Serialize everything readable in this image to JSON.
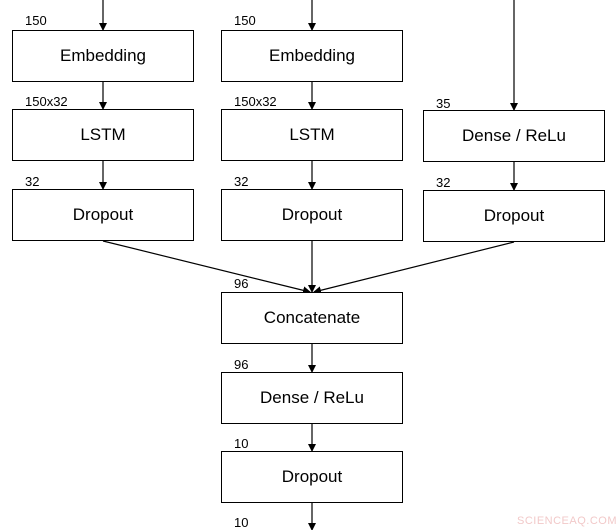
{
  "nodes": [
    {
      "id": "emb1",
      "label": "Embedding"
    },
    {
      "id": "emb2",
      "label": "Embedding"
    },
    {
      "id": "lstm1",
      "label": "LSTM"
    },
    {
      "id": "lstm2",
      "label": "LSTM"
    },
    {
      "id": "dense1",
      "label": "Dense / ReLu"
    },
    {
      "id": "drop1",
      "label": "Dropout"
    },
    {
      "id": "drop2",
      "label": "Dropout"
    },
    {
      "id": "drop3",
      "label": "Dropout"
    },
    {
      "id": "concat",
      "label": "Concatenate"
    },
    {
      "id": "dense2",
      "label": "Dense / ReLu"
    },
    {
      "id": "drop4",
      "label": "Dropout"
    }
  ],
  "dims": [
    {
      "id": "d_emb1",
      "text": "150"
    },
    {
      "id": "d_emb2",
      "text": "150"
    },
    {
      "id": "d_lstm1",
      "text": "150x32"
    },
    {
      "id": "d_lstm2",
      "text": "150x32"
    },
    {
      "id": "d_dense1",
      "text": "35"
    },
    {
      "id": "d_drop1",
      "text": "32"
    },
    {
      "id": "d_drop2",
      "text": "32"
    },
    {
      "id": "d_drop3",
      "text": "32"
    },
    {
      "id": "d_concat",
      "text": "96"
    },
    {
      "id": "d_dense2",
      "text": "96"
    },
    {
      "id": "d_drop4",
      "text": "10"
    },
    {
      "id": "d_out",
      "text": "10"
    }
  ],
  "edges": [
    {
      "from": "input-1",
      "to": "emb1"
    },
    {
      "from": "input-2",
      "to": "emb2"
    },
    {
      "from": "input-3",
      "to": "dense1"
    },
    {
      "from": "emb1",
      "to": "lstm1"
    },
    {
      "from": "emb2",
      "to": "lstm2"
    },
    {
      "from": "lstm1",
      "to": "drop1"
    },
    {
      "from": "lstm2",
      "to": "drop2"
    },
    {
      "from": "dense1",
      "to": "drop3"
    },
    {
      "from": "drop1",
      "to": "concat"
    },
    {
      "from": "drop2",
      "to": "concat"
    },
    {
      "from": "drop3",
      "to": "concat"
    },
    {
      "from": "concat",
      "to": "dense2"
    },
    {
      "from": "dense2",
      "to": "drop4"
    },
    {
      "from": "drop4",
      "to": "output"
    }
  ],
  "watermark": {
    "text": "SCIENCEAQ.COM",
    "color": "#f2c9c9"
  },
  "colors": {
    "stroke": "#000000",
    "background": "#ffffff"
  }
}
